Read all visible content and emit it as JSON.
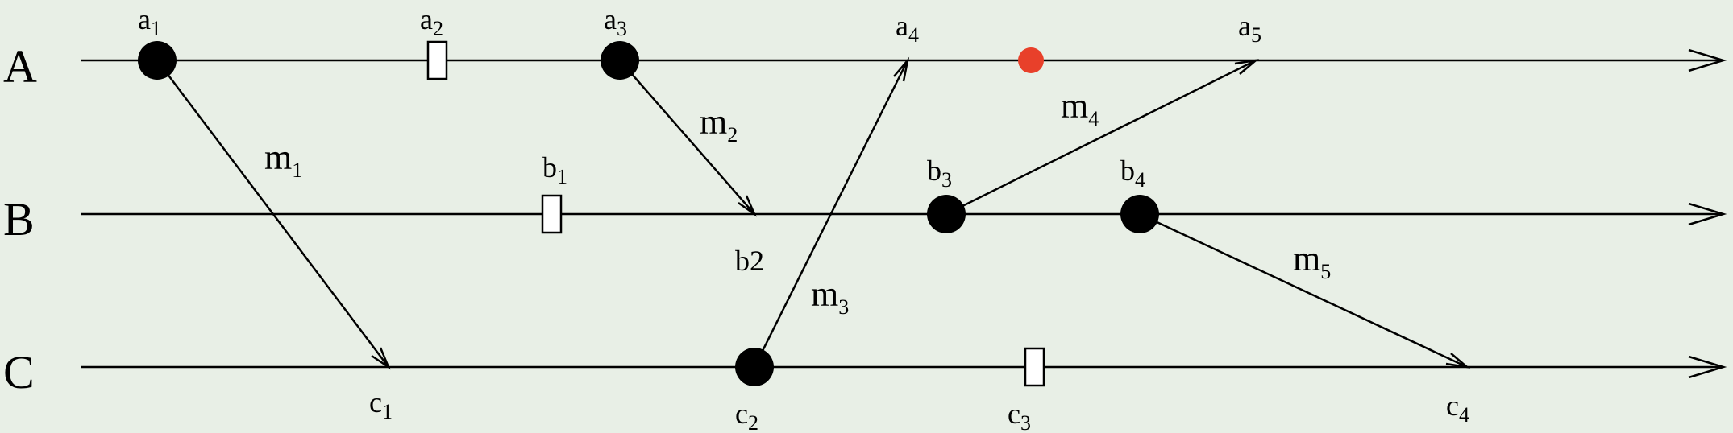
{
  "colors": {
    "background": "#e8efe6",
    "ink": "#000000",
    "highlight": "#e8402a"
  },
  "processes": [
    {
      "id": "A",
      "label": "A"
    },
    {
      "id": "B",
      "label": "B"
    },
    {
      "id": "C",
      "label": "C"
    }
  ],
  "events": [
    {
      "id": "a1",
      "base": "a",
      "sub": "1",
      "kind": "dot"
    },
    {
      "id": "a2",
      "base": "a",
      "sub": "2",
      "kind": "box"
    },
    {
      "id": "a3",
      "base": "a",
      "sub": "3",
      "kind": "dot"
    },
    {
      "id": "a4",
      "base": "a",
      "sub": "4",
      "kind": "none"
    },
    {
      "id": "ared",
      "base": "",
      "sub": "",
      "kind": "red-dot"
    },
    {
      "id": "a5",
      "base": "a",
      "sub": "5",
      "kind": "none"
    },
    {
      "id": "b1",
      "base": "b",
      "sub": "1",
      "kind": "box"
    },
    {
      "id": "b2",
      "base": "b2",
      "sub": "",
      "kind": "none"
    },
    {
      "id": "b3",
      "base": "b",
      "sub": "3",
      "kind": "dot"
    },
    {
      "id": "b4",
      "base": "b",
      "sub": "4",
      "kind": "dot"
    },
    {
      "id": "c1",
      "base": "c",
      "sub": "1",
      "kind": "none"
    },
    {
      "id": "c2",
      "base": "c",
      "sub": "2",
      "kind": "dot"
    },
    {
      "id": "c3",
      "base": "c",
      "sub": "3",
      "kind": "box"
    },
    {
      "id": "c4",
      "base": "c",
      "sub": "4",
      "kind": "none"
    }
  ],
  "messages": [
    {
      "id": "m1",
      "base": "m",
      "sub": "1",
      "from": "a1",
      "to": "c1"
    },
    {
      "id": "m2",
      "base": "m",
      "sub": "2",
      "from": "a3",
      "to": "b2"
    },
    {
      "id": "m3",
      "base": "m",
      "sub": "3",
      "from": "c2",
      "to": "a4"
    },
    {
      "id": "m4",
      "base": "m",
      "sub": "4",
      "from": "b3",
      "to": "a5"
    },
    {
      "id": "m5",
      "base": "m",
      "sub": "5",
      "from": "b4",
      "to": "c4"
    }
  ]
}
